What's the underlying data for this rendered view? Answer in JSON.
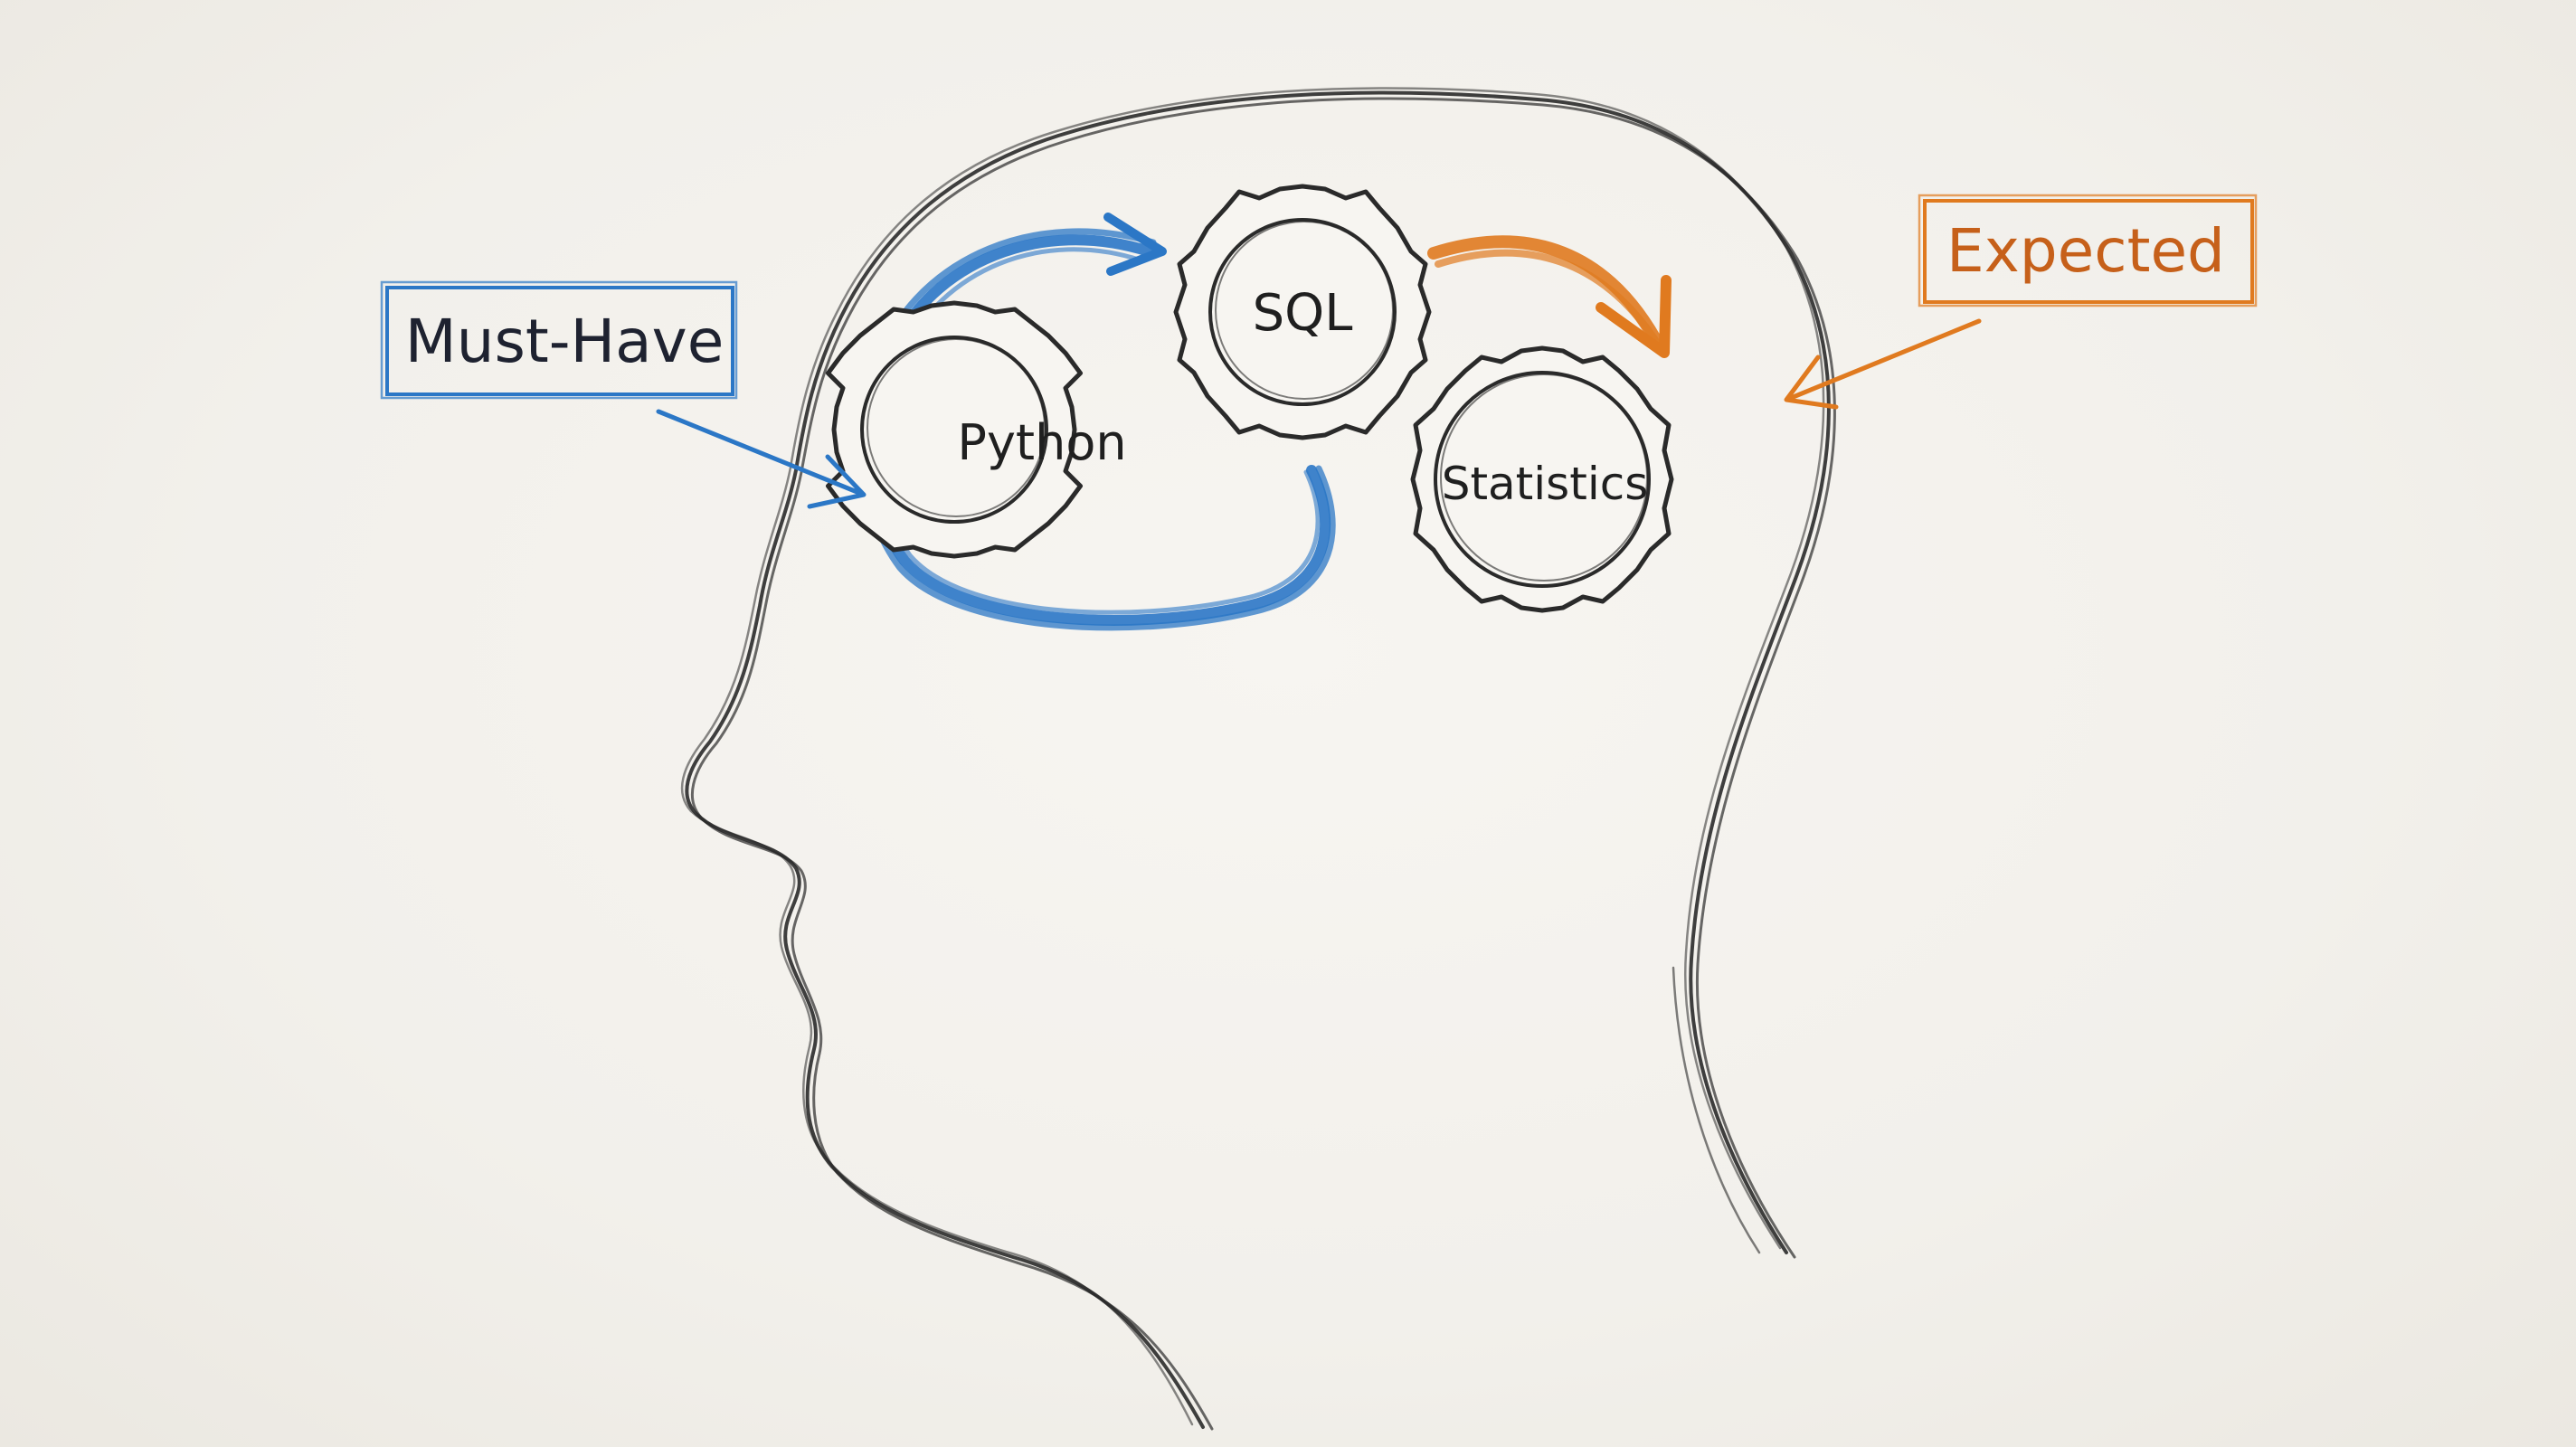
{
  "labels": {
    "must_have": "Must-Have",
    "expected": "Expected"
  },
  "gears": {
    "python": "Python",
    "sql": "SQL",
    "statistics": "Statistics"
  },
  "colors": {
    "must_have": "#2b77c6",
    "expected": "#e07a1f",
    "ink": "#2a2a2a",
    "paper": "#f3f1ec"
  }
}
